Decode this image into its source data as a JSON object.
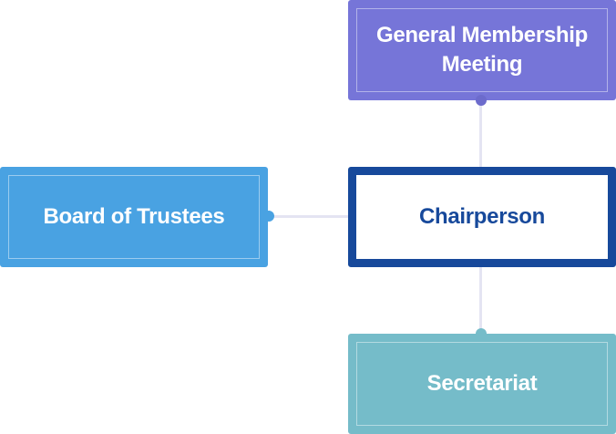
{
  "nodes": {
    "general_membership": {
      "label": "General Membership Meeting",
      "color": "#7675d8"
    },
    "board": {
      "label": "Board of Trustees",
      "color": "#49a2e2"
    },
    "chairperson": {
      "label": "Chairperson",
      "color": "#17499b"
    },
    "secretariat": {
      "label": "Secretariat",
      "color": "#75bcc9"
    }
  },
  "edges": [
    {
      "from": "general_membership",
      "to": "chairperson"
    },
    {
      "from": "board",
      "to": "chairperson"
    },
    {
      "from": "chairperson",
      "to": "secretariat"
    }
  ],
  "connector_color": "#e4e4f2"
}
